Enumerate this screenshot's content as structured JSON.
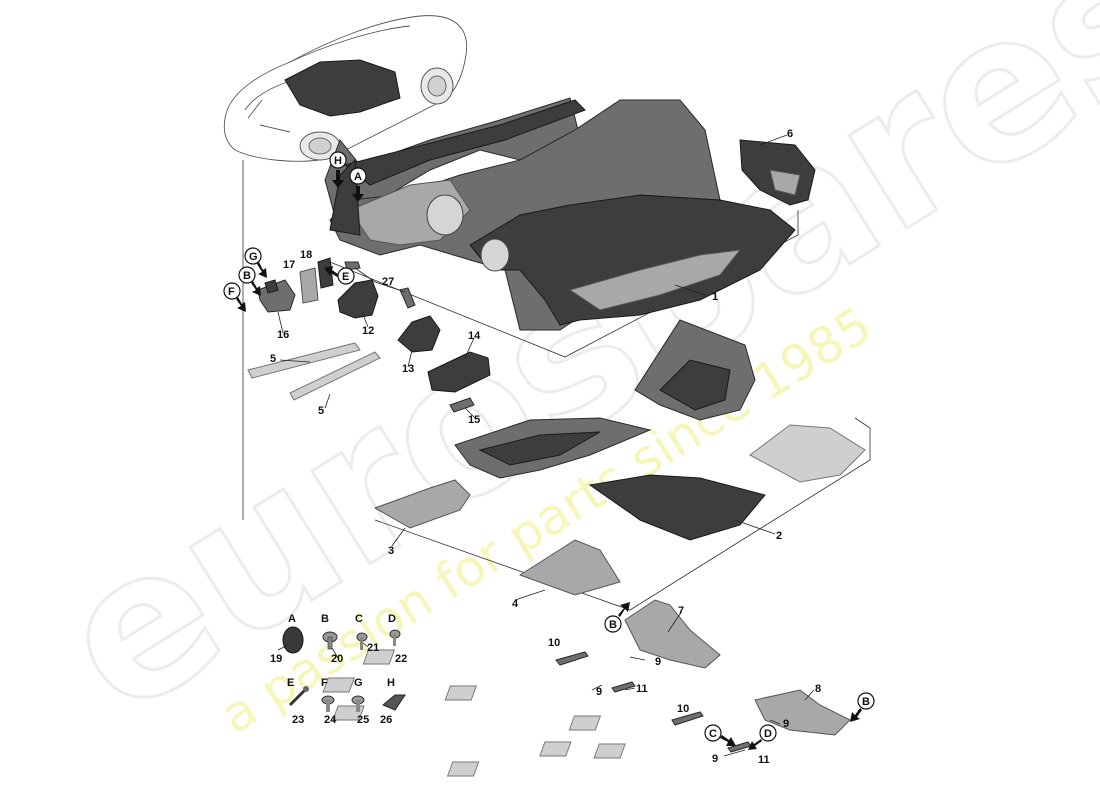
{
  "watermark": {
    "brand": "eurospares",
    "tagline": "a passion for parts since 1985"
  },
  "callouts": {
    "n1": "1",
    "n2": "2",
    "n3": "3",
    "n4": "4",
    "n5a": "5",
    "n5b": "5",
    "n6": "6",
    "n7": "7",
    "n8": "8",
    "n9a": "9",
    "n9b": "9",
    "n9c": "9",
    "n9d": "9",
    "n10a": "10",
    "n10b": "10",
    "n11a": "11",
    "n11b": "11",
    "n12": "12",
    "n13": "13",
    "n14": "14",
    "n15": "15",
    "n16": "16",
    "n17": "17",
    "n18": "18",
    "n19": "19",
    "n20": "20",
    "n21": "21",
    "n22": "22",
    "n23": "23",
    "n24": "24",
    "n25": "25",
    "n26": "26",
    "n27": "27"
  },
  "circled_refs": {
    "H": "H",
    "A": "A",
    "G": "G",
    "B": "B",
    "F": "F",
    "E": "E",
    "B2": "B",
    "B3": "B",
    "C": "C",
    "D": "D"
  },
  "fastener_letters": {
    "A": "A",
    "B": "B",
    "C": "C",
    "D": "D",
    "E": "E",
    "F": "F",
    "G": "G",
    "H": "H"
  }
}
